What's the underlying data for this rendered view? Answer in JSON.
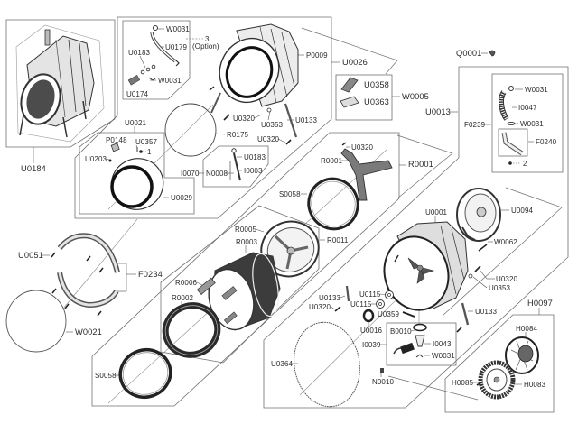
{
  "page": {
    "background": "#ffffff",
    "line_color": "#555555",
    "text_color": "#2a2a2a"
  },
  "diagram": {
    "drum_assembly": {
      "labels": [
        "U0184"
      ]
    },
    "hose_kit": {
      "labels": [
        "W0031",
        "U0179",
        "U0183",
        "W0031",
        "U0174"
      ],
      "option_quantity": "3",
      "option_note": "(Option)"
    },
    "tub_front": {
      "labels": [
        "P0009",
        "U0026",
        "U0320",
        "U0353",
        "U0133",
        "R0175",
        "U0320"
      ]
    },
    "sensor_kit": {
      "labels": [
        "U0358",
        "U0363",
        "W0005"
      ]
    },
    "door_ring": {
      "labels": [
        "U0021",
        "P0148",
        "U0357",
        "U0203",
        "I0070",
        "U0029"
      ],
      "quantity_note": "1"
    },
    "valve": {
      "labels": [
        "U0183",
        "I0003",
        "N0008"
      ]
    },
    "front_bracket": {
      "labels": [
        "U0051",
        "F0234",
        "W0021"
      ]
    },
    "spider": {
      "labels": [
        "U0320",
        "R0001",
        "R0001",
        "S0058"
      ]
    },
    "drum": {
      "labels": [
        "R0005",
        "R0003",
        "R0011",
        "R0006",
        "R0002",
        "S0058"
      ]
    },
    "rear_tub": {
      "labels": [
        "U0001",
        "U0094",
        "W0062",
        "U0320",
        "U0353",
        "U0115",
        "U0133",
        "U0115",
        "U0320",
        "U0359",
        "U0133",
        "U0016",
        "U0364"
      ]
    },
    "drain": {
      "labels": [
        "B0010",
        "I0039",
        "I0043",
        "W0031",
        "N0010"
      ]
    },
    "water_hose": {
      "labels": [
        "Q0001",
        "U0013",
        "F0239",
        "W0031",
        "I0047",
        "W0031",
        "F0240"
      ],
      "quantity_note": "2"
    },
    "pulley": {
      "labels": [
        "H0097",
        "H0084",
        "H0085",
        "H0083"
      ]
    }
  }
}
